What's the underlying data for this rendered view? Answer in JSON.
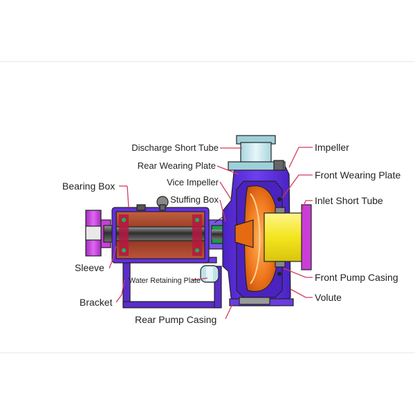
{
  "labels": {
    "discharge_short_tube": "Discharge Short Tube",
    "rear_wearing_plate": "Rear Wearing Plate",
    "vice_impeller": "Vice Impeller",
    "bearing_box": "Bearing Box",
    "stuffing_box": "Stuffing Box",
    "sleeve": "Sleeve",
    "water_retaining_plate": "Water Retaining Plate",
    "bracket": "Bracket",
    "rear_pump_casing": "Rear Pump Casing",
    "impeller": "Impeller",
    "front_wearing_plate": "Front Wearing Plate",
    "inlet_short_tube": "Inlet Short Tube",
    "front_pump_casing": "Front Pump Casing",
    "volute": "Volute"
  },
  "colors": {
    "casing": "#5b2fd8",
    "bearing_housing": "#a3422a",
    "shaft": "#3d3d3d",
    "bracket": "#5a2dc9",
    "impeller": "#f07a1e",
    "inlet": "#f3e51e",
    "discharge": "#bfe3ea",
    "flange": "#c93ed8",
    "leader_line": "#d23a5a"
  }
}
